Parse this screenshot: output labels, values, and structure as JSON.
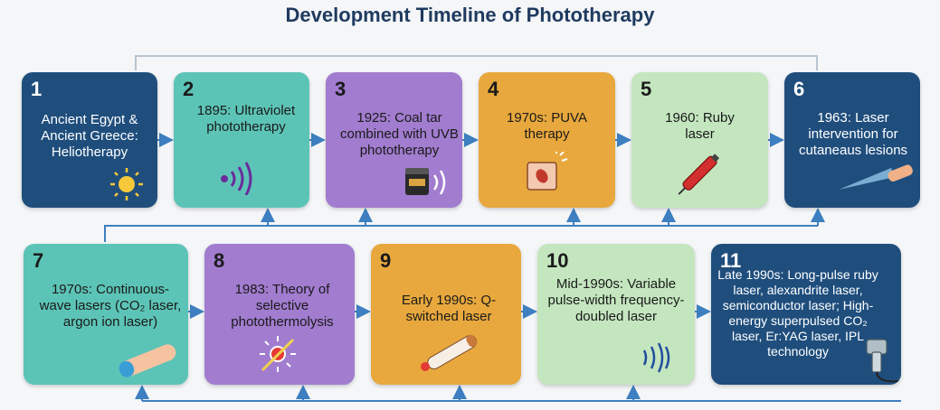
{
  "title": "Development Timeline of Phototherapy",
  "colors": {
    "navy": "#1f4e7d",
    "teal": "#5cc4b6",
    "purple": "#a17ccf",
    "orange": "#e8a83d",
    "lightgreen": "#c4e6bf",
    "connector": "#3d7fc0"
  },
  "steps": [
    {
      "number": "1",
      "text": "Ancient Egypt & Ancient Greece: Heliotherapy",
      "icon": "sun-icon",
      "color": "navy"
    },
    {
      "number": "2",
      "text": "1895: Ultraviolet phototherapy",
      "icon": "uv-waves-icon",
      "color": "teal"
    },
    {
      "number": "3",
      "text": "1925: Coal tar combined with UVB phototherapy",
      "icon": "coal-tar-jar-icon",
      "color": "purple"
    },
    {
      "number": "4",
      "text": "1970s: PUVA therapy",
      "icon": "skin-sample-icon",
      "color": "orange"
    },
    {
      "number": "5",
      "text": "1960: Ruby laser",
      "icon": "ruby-laser-icon",
      "color": "lightgreen"
    },
    {
      "number": "6",
      "text": "1963: Laser intervention for cutaneaus lesions",
      "icon": "laser-beam-icon",
      "color": "navy"
    },
    {
      "number": "7",
      "text": "1970s: Continuous-wave lasers (CO₂ laser, argon ion laser)",
      "icon": "cw-laser-icon",
      "color": "teal"
    },
    {
      "number": "8",
      "text": "1983: Theory of selective photothermolysis",
      "icon": "target-icon",
      "color": "purple"
    },
    {
      "number": "9",
      "text": "Early 1990s: Q-switched laser",
      "icon": "q-switched-laser-icon",
      "color": "orange"
    },
    {
      "number": "10",
      "text": "Mid-1990s: Variable pulse-width frequency-doubled laser",
      "icon": "pulse-waves-icon",
      "color": "lightgreen"
    },
    {
      "number": "11",
      "text": "Late 1990s: Long-pulse ruby laser, alexandrite laser, semiconductor laser; High-energy superpulsed CO₂ laser,  Er:YAG laser, IPL technology",
      "icon": "ipl-handpiece-icon",
      "color": "navy"
    }
  ]
}
